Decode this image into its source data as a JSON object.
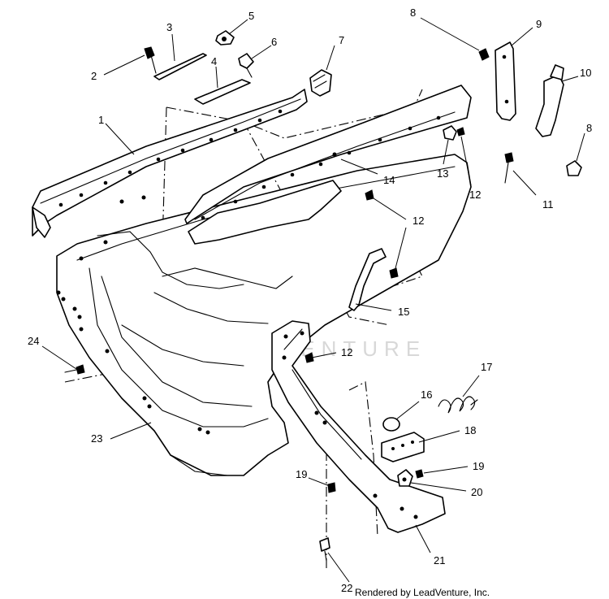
{
  "diagram": {
    "callouts": [
      {
        "id": "c1",
        "label": "1"
      },
      {
        "id": "c2",
        "label": "2"
      },
      {
        "id": "c3",
        "label": "3"
      },
      {
        "id": "c4",
        "label": "4"
      },
      {
        "id": "c5",
        "label": "5"
      },
      {
        "id": "c6",
        "label": "6"
      },
      {
        "id": "c7",
        "label": "7"
      },
      {
        "id": "c8a",
        "label": "8"
      },
      {
        "id": "c8b",
        "label": "8"
      },
      {
        "id": "c9",
        "label": "9"
      },
      {
        "id": "c10",
        "label": "10"
      },
      {
        "id": "c11",
        "label": "11"
      },
      {
        "id": "c12a",
        "label": "12"
      },
      {
        "id": "c12b",
        "label": "12"
      },
      {
        "id": "c12c",
        "label": "12"
      },
      {
        "id": "c13",
        "label": "13"
      },
      {
        "id": "c14",
        "label": "14"
      },
      {
        "id": "c15",
        "label": "15"
      },
      {
        "id": "c16",
        "label": "16"
      },
      {
        "id": "c17",
        "label": "17"
      },
      {
        "id": "c18",
        "label": "18"
      },
      {
        "id": "c19a",
        "label": "19"
      },
      {
        "id": "c19b",
        "label": "19"
      },
      {
        "id": "c20",
        "label": "20"
      },
      {
        "id": "c21",
        "label": "21"
      },
      {
        "id": "c22",
        "label": "22"
      },
      {
        "id": "c23",
        "label": "23"
      },
      {
        "id": "c24",
        "label": "24"
      }
    ],
    "credit": "Rendered by LeadVenture, Inc.",
    "watermark": "LEADVENTURE"
  }
}
